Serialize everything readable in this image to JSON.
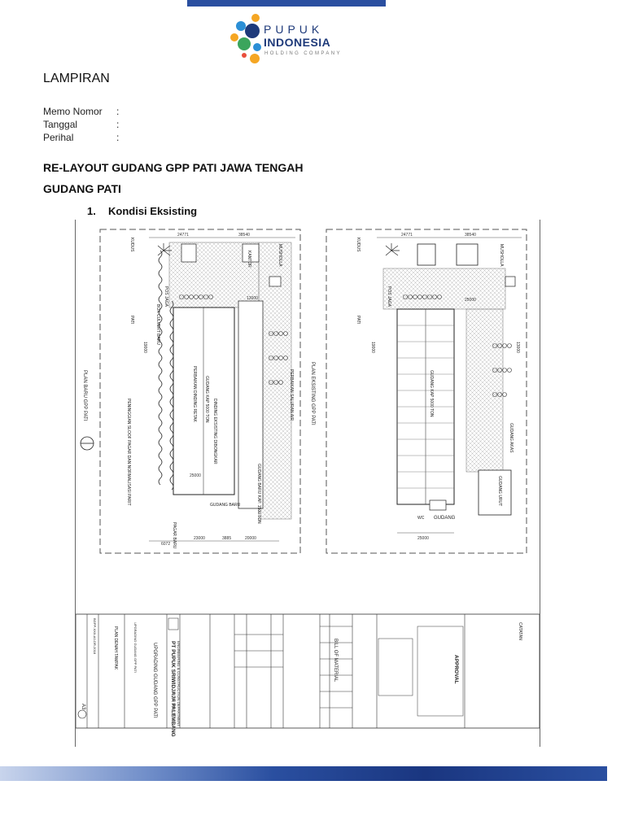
{
  "logo": {
    "line1": "PUPUK",
    "line2": "INDONESIA",
    "line3": "HOLDING COMPANY",
    "colors": {
      "navy": "#1e3a7a",
      "orange": "#f5a623",
      "green": "#3ba55c",
      "blue": "#2b8fd6",
      "red": "#e94e3c"
    }
  },
  "heading": "LAMPIRAN",
  "memo": [
    {
      "label": "Memo Nomor",
      "sep": ":"
    },
    {
      "label": "Tanggal",
      "sep": ":"
    },
    {
      "label": "Perihal",
      "sep": ":"
    }
  ],
  "title1": "RE-LAYOUT GUDANG GPP PATI JAWA TENGAH",
  "title2": "GUDANG PATI",
  "list_item": {
    "number": "1.",
    "label": "Kondisi Eksisting"
  },
  "drawing": {
    "left_plan": {
      "title": "PLAN BARU GPP PATI",
      "dims_top": [
        "24771",
        "38540"
      ],
      "dims_bottom": [
        "6072",
        "23000",
        "3885",
        "20000"
      ],
      "labels": [
        "GUDANG BARU",
        "PAGAR BARU",
        "POS JAGA",
        "BOX CULVERT BARU",
        "PATI",
        "KUDUS",
        "KANTOR",
        "MUSHOLLA",
        "PENINGGIAN SLOOF PAGAR DAN NORMALISASI PARIT",
        "PERBAIKAN DINDING RETAK",
        "DINDING EKSISTING DIBONGKAR",
        "GUDANG BARU KAP. 1500 TON",
        "GUDANG KAP 5000 TON",
        "PERBAIKAN SALURAN AIR",
        "25000",
        "13000",
        "19000"
      ]
    },
    "right_plan": {
      "title": "PLAN EKSISTING GPP PATI",
      "dims_top": [
        "24771",
        "38540"
      ],
      "dims_bottom": [
        "25000"
      ],
      "labels": [
        "GUDANG KAP 5000 TON",
        "GUDANG",
        "WC",
        "GUDANG URUT",
        "GUDANG AKAS",
        "POS JAGA",
        "PATI",
        "KUDUS",
        "MUSHOLLA",
        "25000",
        "13000",
        "19000"
      ]
    },
    "title_block": {
      "company": "PT PUPUK SRIWIDJAJA PALEMBANG",
      "dept": "ENGINEERING & CONSTRUCTION DEPARTMENT",
      "city": "I N D O N E S I A",
      "project": "UPGRADING GUDANG GPP PATI",
      "title": "UPGRADING GUDANG GPP PATI",
      "subtitle": "PLAN DENAH TAMPAK",
      "size": "A3",
      "dwg_no": "BGPP-XXX-A0-DR-2018",
      "bom": "BILL OF MATERIAL",
      "approval": "APPROVAL",
      "catatan": "CATATAN"
    }
  }
}
